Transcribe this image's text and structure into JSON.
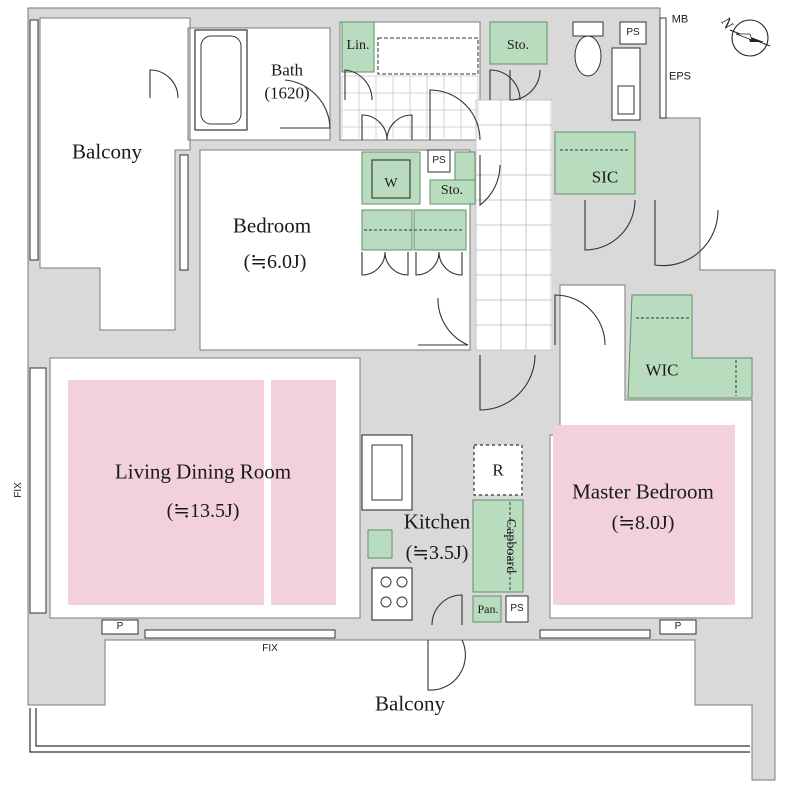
{
  "colors": {
    "wall": "#d9d9d9",
    "wall_edge": "#7a7a7a",
    "floor_pink": "#f2d1dc",
    "storage_green": "#b9dcbf",
    "storage_edge": "#5e8f68",
    "tile_line": "#c8c8c8",
    "ink": "#1a1a1a"
  },
  "rooms": {
    "balcony_west": "Balcony",
    "bath_name": "Bath",
    "bath_size": "(1620)",
    "bedroom": "Bedroom",
    "bedroom_area": "(≒6.0J)",
    "ldr": "Living Dining Room",
    "ldr_area": "(≒13.5J)",
    "kitchen": "Kitchen",
    "kitchen_area": "(≒3.5J)",
    "master": "Master Bedroom",
    "master_area": "(≒8.0J)",
    "balcony_south": "Balcony"
  },
  "storage": {
    "linen": "Lin.",
    "storage_north": "Sto.",
    "storage_small": "Sto.",
    "washer": "W",
    "sic": "SIC",
    "wic": "WIC",
    "cupboard": "Capboard",
    "pantry": "Pan.",
    "fridge": "R"
  },
  "utilities": {
    "ps_toilet": "PS",
    "ps_wash": "PS",
    "ps_kitchen": "PS",
    "mb": "MB",
    "eps": "EPS",
    "p_left": "P",
    "p_right": "P",
    "fix_bottom": "FIX",
    "fix_left": "FIX"
  },
  "compass": {
    "north_label": "N"
  }
}
